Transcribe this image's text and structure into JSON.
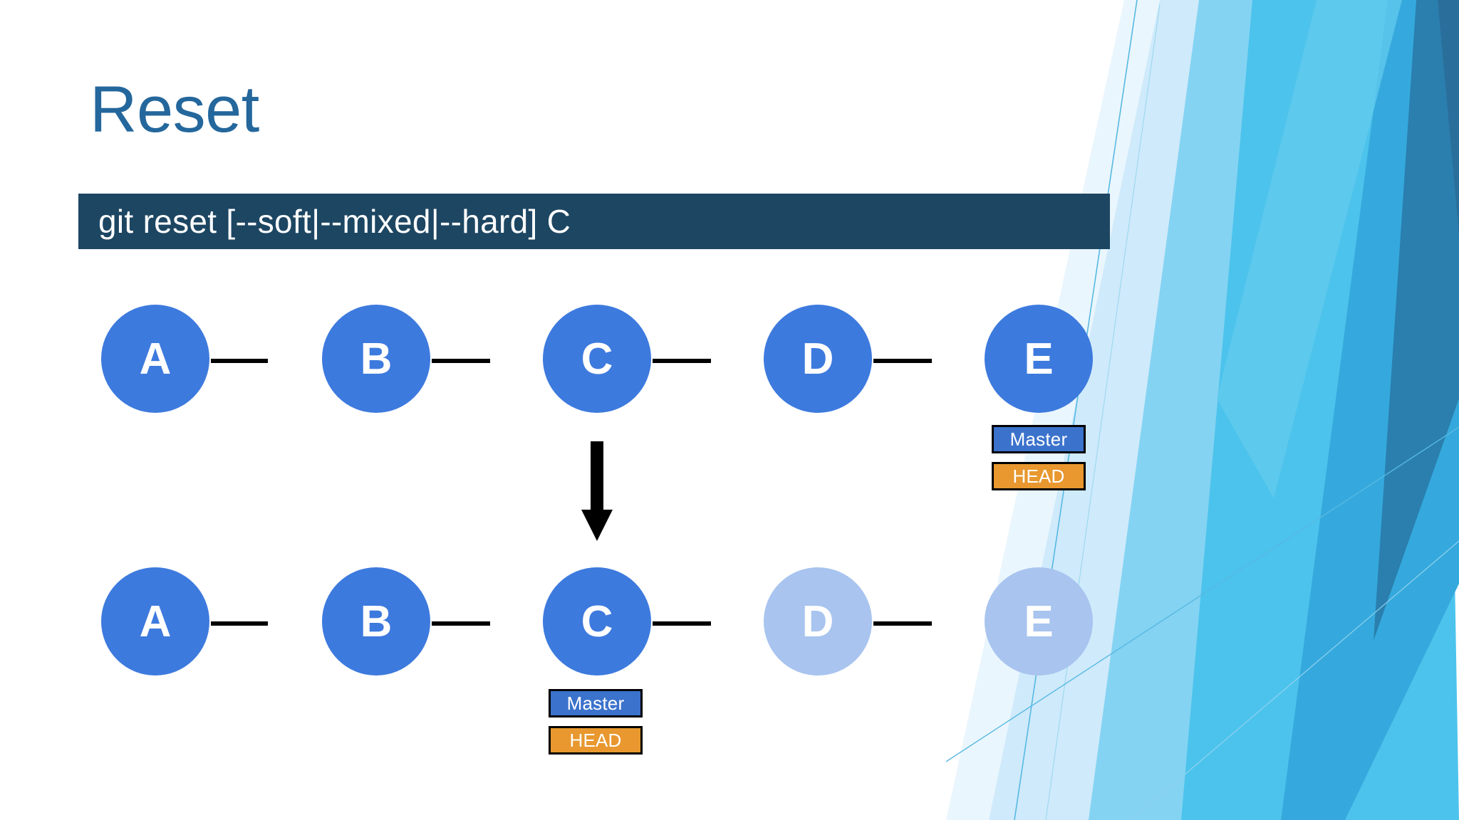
{
  "slide": {
    "title": "Reset",
    "command": "git reset [--soft|--mixed|--hard] C",
    "accent_title_color": "#24679c",
    "command_bar_color": "#1d4662",
    "node_color": "#3d7ade",
    "node_faded_color": "#a8c4ef",
    "master_label_color": "#3b72cc",
    "head_label_color": "#e8982f",
    "edge_color": "#000000",
    "arrow_color": "#000000",
    "background_color": "#ffffff"
  },
  "diagram": {
    "before": {
      "nodes": [
        {
          "label": "A",
          "faded": false
        },
        {
          "label": "B",
          "faded": false
        },
        {
          "label": "C",
          "faded": false
        },
        {
          "label": "D",
          "faded": false
        },
        {
          "label": "E",
          "faded": false
        }
      ],
      "refs": {
        "master": "Master",
        "head": "HEAD",
        "attached_to": "E"
      }
    },
    "after": {
      "nodes": [
        {
          "label": "A",
          "faded": false
        },
        {
          "label": "B",
          "faded": false
        },
        {
          "label": "C",
          "faded": false
        },
        {
          "label": "D",
          "faded": true
        },
        {
          "label": "E",
          "faded": true
        }
      ],
      "refs": {
        "master": "Master",
        "head": "HEAD",
        "attached_to": "C"
      }
    },
    "transition_arrow": "down-arrow"
  }
}
